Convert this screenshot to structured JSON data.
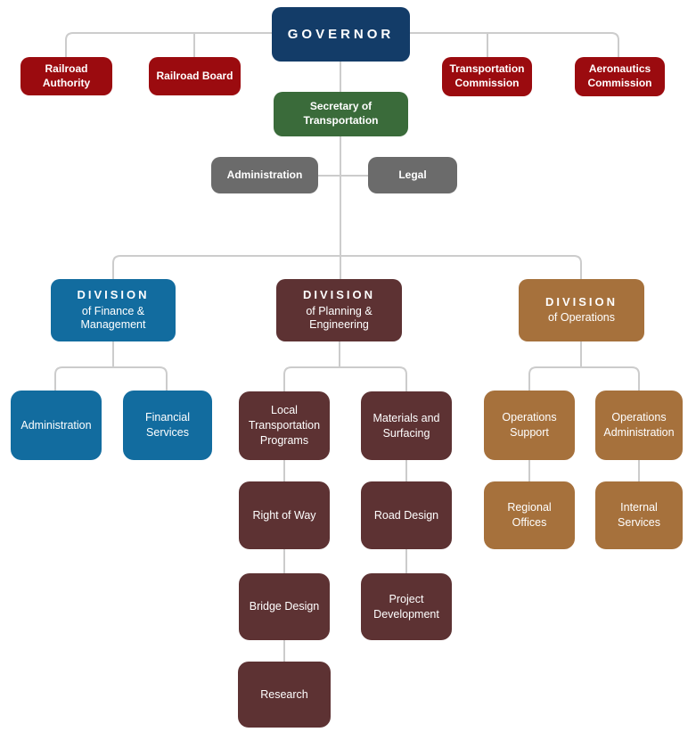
{
  "diagram": {
    "type": "org-chart",
    "nodes": {
      "governor": {
        "label": "GOVERNOR"
      },
      "railroad_authority": {
        "label": "Railroad Authority"
      },
      "railroad_board": {
        "label": "Railroad Board"
      },
      "transportation_commission": {
        "label": "Transportation Commission"
      },
      "aeronautics_commission": {
        "label": "Aeronautics Commission"
      },
      "secretary": {
        "label": "Secretary of Transportation"
      },
      "administration_staff": {
        "label": "Administration"
      },
      "legal": {
        "label": "Legal"
      },
      "division_finance": {
        "title": "DIVISION",
        "subtitle": "of Finance & Management"
      },
      "division_planning": {
        "title": "DIVISION",
        "subtitle": "of Planning & Engineering"
      },
      "division_operations": {
        "title": "DIVISION",
        "subtitle": "of Operations"
      },
      "finance_administration": {
        "label": "Administration"
      },
      "financial_services": {
        "label": "Financial Services"
      },
      "local_transportation_programs": {
        "label": "Local Transportation Programs"
      },
      "materials_and_surfacing": {
        "label": "Materials and Surfacing"
      },
      "right_of_way": {
        "label": "Right of Way"
      },
      "road_design": {
        "label": "Road Design"
      },
      "bridge_design": {
        "label": "Bridge Design"
      },
      "project_development": {
        "label": "Project Development"
      },
      "research": {
        "label": "Research"
      },
      "operations_support": {
        "label": "Operations Support"
      },
      "operations_administration": {
        "label": "Operations Administration"
      },
      "regional_offices": {
        "label": "Regional Offices"
      },
      "internal_services": {
        "label": "Internal Services"
      }
    },
    "edges": [
      [
        "governor",
        "railroad_authority"
      ],
      [
        "governor",
        "railroad_board"
      ],
      [
        "governor",
        "transportation_commission"
      ],
      [
        "governor",
        "aeronautics_commission"
      ],
      [
        "governor",
        "secretary"
      ],
      [
        "secretary",
        "administration_staff"
      ],
      [
        "secretary",
        "legal"
      ],
      [
        "secretary",
        "division_finance"
      ],
      [
        "secretary",
        "division_planning"
      ],
      [
        "secretary",
        "division_operations"
      ],
      [
        "division_finance",
        "finance_administration"
      ],
      [
        "division_finance",
        "financial_services"
      ],
      [
        "division_planning",
        "local_transportation_programs"
      ],
      [
        "division_planning",
        "materials_and_surfacing"
      ],
      [
        "local_transportation_programs",
        "right_of_way"
      ],
      [
        "right_of_way",
        "bridge_design"
      ],
      [
        "bridge_design",
        "research"
      ],
      [
        "materials_and_surfacing",
        "road_design"
      ],
      [
        "road_design",
        "project_development"
      ],
      [
        "division_operations",
        "operations_support"
      ],
      [
        "division_operations",
        "operations_administration"
      ],
      [
        "operations_support",
        "regional_offices"
      ],
      [
        "operations_administration",
        "internal_services"
      ]
    ],
    "colors": {
      "governor_navy": "#133C68",
      "commission_red": "#9B0B0F",
      "secretary_green": "#3A6B3A",
      "staff_gray": "#6B6B6B",
      "finance_blue": "#126C9F",
      "planning_maroon": "#5D3233",
      "operations_brown": "#A6713C",
      "connector_gray": "#CCCCCC",
      "text_white": "#FFFFFF",
      "background": "#FFFFFF"
    }
  }
}
